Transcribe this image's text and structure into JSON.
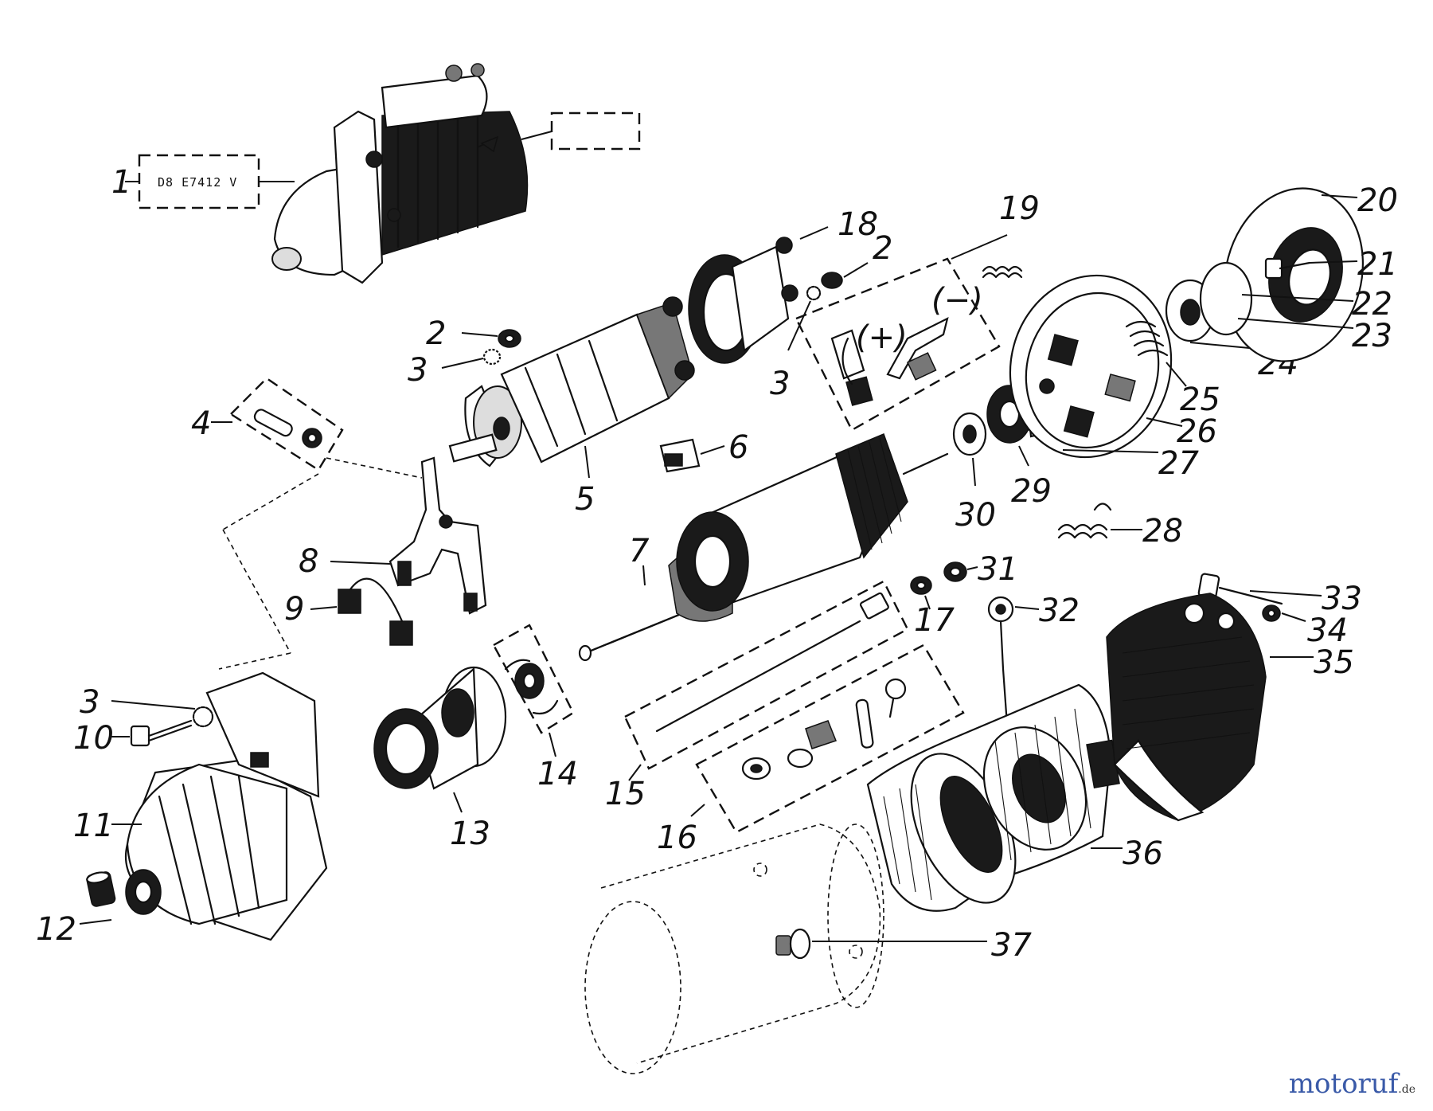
{
  "diagram": {
    "type_plate": "D8 E7412 V",
    "labels": {
      "l1": "1",
      "l2a": "2",
      "l2b": "2",
      "l3a": "3",
      "l3b": "3",
      "l3c": "3",
      "l4": "4",
      "l5": "5",
      "l6": "6",
      "l7": "7",
      "l8": "8",
      "l9": "9",
      "l10": "10",
      "l11": "11",
      "l12": "12",
      "l13": "13",
      "l14": "14",
      "l15": "15",
      "l16": "16",
      "l17": "17",
      "l18": "18",
      "l19": "19",
      "l20": "20",
      "l21": "21",
      "l22": "22",
      "l23": "23",
      "l24": "24",
      "l25": "25",
      "l26": "26",
      "l27": "27",
      "l28": "28",
      "l29": "29",
      "l30": "30",
      "l31": "31",
      "l32": "32",
      "l33": "33",
      "l34": "34",
      "l35": "35",
      "l36": "36",
      "l37": "37"
    },
    "polarity_plus": "(+)",
    "polarity_minus": "(−)"
  },
  "watermark": {
    "main": "motoruf",
    "domain": ".de"
  },
  "colors": {
    "ink": "#111111",
    "watermark_blue": "#3a5aa8"
  }
}
